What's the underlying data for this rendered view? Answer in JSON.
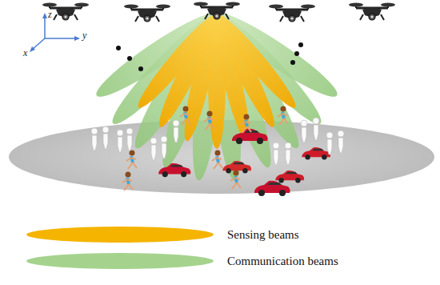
{
  "diagram": {
    "labels": [
      "z",
      "y",
      "x"
    ],
    "legend": [
      {
        "text": "Sensing beams",
        "color": "#f5b400"
      },
      {
        "text": "Communication beams",
        "color": "#a5d38e"
      }
    ]
  }
}
